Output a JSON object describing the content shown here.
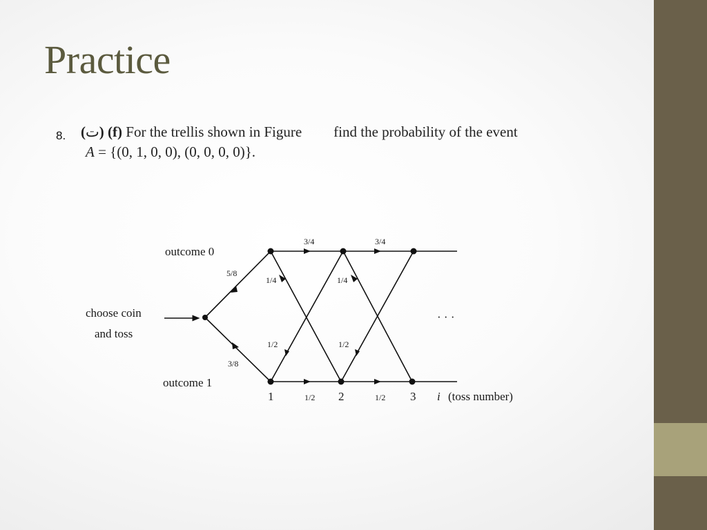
{
  "slide": {
    "title": "Practice",
    "item_number": "8.",
    "problem": {
      "marker": "(",
      "face": "ت",
      "marker_close": ")",
      "part": "(f)",
      "text_before": "For the trellis shown in Figure",
      "text_after": "find the probability of the event",
      "event_var": "A",
      "event_set": " = {(0, 1, 0, 0), (0, 0, 0, 0)}."
    }
  },
  "diagram": {
    "input_label_line1": "choose coin",
    "input_label_line2": "and toss",
    "outcome0_label": "outcome 0",
    "outcome1_label": "outcome 1",
    "prob_start_top": "5/8",
    "prob_start_bottom": "3/8",
    "top_edge_probs": [
      "3/4",
      "3/4"
    ],
    "bottom_edge_probs": [
      "1/2",
      "1/2"
    ],
    "down_cross_probs": [
      "1/4",
      "1/4"
    ],
    "up_cross_probs": [
      "1/2",
      "1/2"
    ],
    "toss_numbers": [
      "1",
      "2",
      "3"
    ],
    "axis_var": "i",
    "axis_label": "(toss number)",
    "continuation": "· · ·",
    "colors": {
      "band_dark": "#6a604a",
      "band_light": "#a8a27a",
      "title": "#5b5a3e"
    }
  }
}
